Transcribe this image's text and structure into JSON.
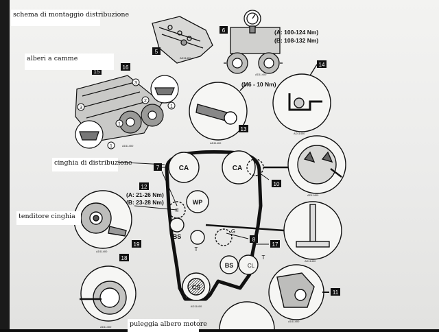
{
  "labels": {
    "schema": "schema di montaggio distribuzione",
    "camshafts": "alberi a camme",
    "belt": "cinghia di distribuzione",
    "tensioner": "tenditore cinghia",
    "crank_pulley": "puleggia albero motore"
  },
  "callouts": {
    "n5": "5",
    "n6": "6",
    "n7": "7",
    "n8": "8",
    "n10": "10",
    "n11": "11",
    "n12": "12",
    "n13": "13",
    "n14": "14",
    "n15": "15",
    "n16": "16",
    "n17": "17",
    "n18": "18",
    "n19": "19"
  },
  "circle_nums": {
    "c1": "1",
    "c2": "2",
    "c3": "3"
  },
  "pulleys": {
    "ca_left": "CA",
    "ca_right": "CA",
    "wp": "WP",
    "bs_upper": "BS",
    "bs_lower": "BS",
    "cs": "CS",
    "t_upper": "T",
    "t_lower": "T",
    "g": "G",
    "cl": "CL",
    "ii": "II"
  },
  "torque": {
    "cam_a": "(A: 100-124 Nm)",
    "cam_b": "(B: 108-132 Nm)",
    "m6": "(M6 - 10 Nm)",
    "tens_a": "(A: 21-26 Nm)",
    "tens_b": "(B: 23-28 Nm)"
  },
  "codes": {
    "c1": "AD11400",
    "c2": "AD11400",
    "c3": "AD11400",
    "c4": "AD11400",
    "c5": "AD11400",
    "c6": "AD11400",
    "c7": "AD11400",
    "c8": "AD11400",
    "c9": "AD11400",
    "c10": "AD11400",
    "c11": "AD11400"
  }
}
